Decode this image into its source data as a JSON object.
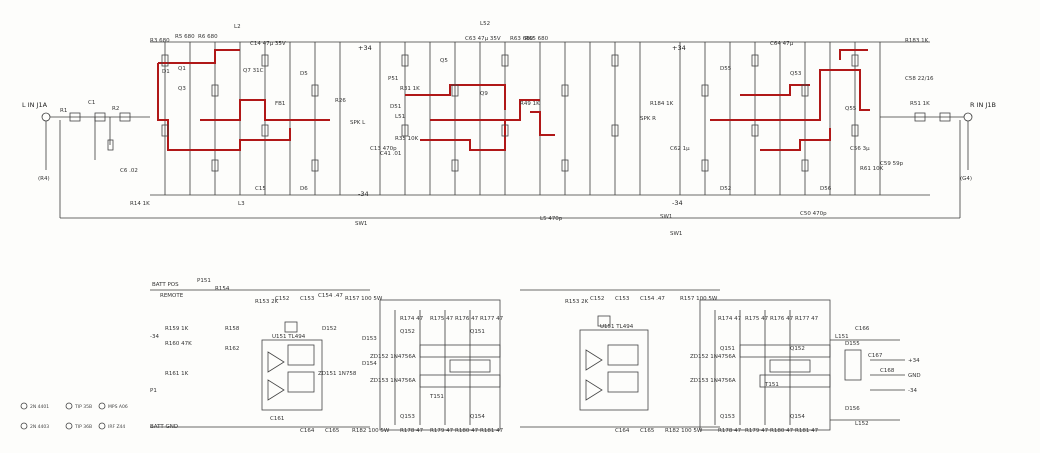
{
  "title": "",
  "inputs": {
    "left_input": "L IN J1A",
    "right_input": "R IN J1B",
    "left_out": "(R4)",
    "right_out": "(G4)"
  },
  "rails": {
    "pos": "+34",
    "neg": "-34",
    "switch": "SW1"
  },
  "upper_labels": [
    {
      "id": "r1",
      "text": "R1"
    },
    {
      "id": "c1",
      "text": "C1"
    },
    {
      "id": "r2",
      "text": "R2"
    },
    {
      "id": "r3",
      "text": "R3 680"
    },
    {
      "id": "r5",
      "text": "R5 680"
    },
    {
      "id": "r6",
      "text": "R6 680"
    },
    {
      "id": "q1",
      "text": "Q1"
    },
    {
      "id": "q3",
      "text": "Q3"
    },
    {
      "id": "d1",
      "text": "D1"
    },
    {
      "id": "c6",
      "text": "C6 .02"
    },
    {
      "id": "r14",
      "text": "R14 1K"
    },
    {
      "id": "c14",
      "text": "C14 47µ 35V"
    },
    {
      "id": "q7",
      "text": "Q7 31C"
    },
    {
      "id": "fb1",
      "text": "FB1"
    },
    {
      "id": "d5",
      "text": "D5"
    },
    {
      "id": "d6",
      "text": "D6"
    },
    {
      "id": "l2",
      "text": "L2"
    },
    {
      "id": "spk",
      "text": "SPK L"
    },
    {
      "id": "r26",
      "text": "R26"
    },
    {
      "id": "c13",
      "text": "C13 470p"
    },
    {
      "id": "l3",
      "text": "L3"
    },
    {
      "id": "c15",
      "text": "C15"
    },
    {
      "id": "r31",
      "text": "R31 1K"
    },
    {
      "id": "d51",
      "text": "D51"
    },
    {
      "id": "r35",
      "text": "R35 10K"
    },
    {
      "id": "p51",
      "text": "P51"
    },
    {
      "id": "l51",
      "text": "L51"
    },
    {
      "id": "c41",
      "text": "C41 .01"
    },
    {
      "id": "q5",
      "text": "Q5"
    },
    {
      "id": "q9",
      "text": "Q9"
    },
    {
      "id": "c63",
      "text": "C63 47µ 35V"
    },
    {
      "id": "l52",
      "text": "L52"
    },
    {
      "id": "r63",
      "text": "R63 680"
    },
    {
      "id": "r65",
      "text": "R65 680"
    },
    {
      "id": "c64",
      "text": "C64 47µ"
    },
    {
      "id": "d55",
      "text": "D55"
    },
    {
      "id": "q55",
      "text": "Q55"
    },
    {
      "id": "q53",
      "text": "Q53"
    },
    {
      "id": "d52",
      "text": "D52"
    },
    {
      "id": "c58",
      "text": "C58 22/16"
    },
    {
      "id": "r51",
      "text": "R51 1K"
    },
    {
      "id": "c59",
      "text": "C59 59p"
    },
    {
      "id": "r61",
      "text": "R61 10K"
    },
    {
      "id": "r1a5",
      "text": "R183 1K"
    },
    {
      "id": "sw",
      "text": "SW1"
    },
    {
      "id": "r184",
      "text": "R184 1K"
    },
    {
      "id": "spkr",
      "text": "SPK R"
    },
    {
      "id": "c62",
      "text": "C62 1µ"
    },
    {
      "id": "d56",
      "text": "D56"
    },
    {
      "id": "c56",
      "text": "C56 3µ"
    },
    {
      "id": "r49",
      "text": "R49 1K"
    },
    {
      "id": "l5",
      "text": "L5 470p"
    },
    {
      "id": "c50",
      "text": "C50 470p"
    }
  ],
  "lower_labels": [
    {
      "id": "batt_pos",
      "text": "BATT POS"
    },
    {
      "id": "remote",
      "text": "REMOTE"
    },
    {
      "id": "batt_gnd",
      "text": "BATT GND"
    },
    {
      "id": "p151",
      "text": "P151"
    },
    {
      "id": "r154",
      "text": "R154"
    },
    {
      "id": "r153",
      "text": "R153 2K"
    },
    {
      "id": "c152",
      "text": "C152"
    },
    {
      "id": "c153",
      "text": "C153"
    },
    {
      "id": "c154",
      "text": "C154 .47"
    },
    {
      "id": "r157",
      "text": "R157 100 5W"
    },
    {
      "id": "u151",
      "text": "U151 TL494"
    },
    {
      "id": "d152",
      "text": "D152"
    },
    {
      "id": "r159",
      "text": "R159 1K"
    },
    {
      "id": "r160",
      "text": "R160 47K"
    },
    {
      "id": "r161",
      "text": "R161 1K"
    },
    {
      "id": "r158",
      "text": "R158"
    },
    {
      "id": "r162",
      "text": "R162"
    },
    {
      "id": "zd151",
      "text": "ZD151 1N758"
    },
    {
      "id": "t151",
      "text": "T151"
    },
    {
      "id": "q151",
      "text": "Q151"
    },
    {
      "id": "q152",
      "text": "Q152"
    },
    {
      "id": "q153",
      "text": "Q153"
    },
    {
      "id": "q154",
      "text": "Q154"
    },
    {
      "id": "r174",
      "text": "R174 47"
    },
    {
      "id": "r175",
      "text": "R175 47"
    },
    {
      "id": "r176",
      "text": "R176 47"
    },
    {
      "id": "r177",
      "text": "R177 47"
    },
    {
      "id": "r178",
      "text": "R178 47"
    },
    {
      "id": "r179",
      "text": "R179 47"
    },
    {
      "id": "r180",
      "text": "R180 47"
    },
    {
      "id": "r181",
      "text": "R181 47"
    },
    {
      "id": "d153",
      "text": "D153"
    },
    {
      "id": "d154",
      "text": "D154"
    },
    {
      "id": "zd152",
      "text": "ZD152 1N4756A"
    },
    {
      "id": "zd153",
      "text": "ZD153 1N4756A"
    },
    {
      "id": "c164",
      "text": "C164"
    },
    {
      "id": "c165",
      "text": "C165"
    },
    {
      "id": "r182",
      "text": "R182 100 5W"
    },
    {
      "id": "c161",
      "text": "C161"
    },
    {
      "id": "d155",
      "text": "D155"
    },
    {
      "id": "d156",
      "text": "D156"
    },
    {
      "id": "c166",
      "text": "C166"
    },
    {
      "id": "c167",
      "text": "C167"
    },
    {
      "id": "c168",
      "text": "C168"
    },
    {
      "id": "l151",
      "text": "L151"
    },
    {
      "id": "l152",
      "text": "L152"
    },
    {
      "id": "out_p34",
      "text": "+34"
    },
    {
      "id": "out_gnd",
      "text": "GND"
    },
    {
      "id": "out_n34",
      "text": "-34"
    },
    {
      "id": "p1",
      "text": "P1"
    },
    {
      "id": "n34",
      "text": "-34"
    }
  ],
  "legend": [
    {
      "id": "leg1",
      "text": "2N 4401"
    },
    {
      "id": "leg2",
      "text": "TIP 35B"
    },
    {
      "id": "leg3",
      "text": "MPS A06"
    },
    {
      "id": "leg4",
      "text": "2N 4403"
    },
    {
      "id": "leg5",
      "text": "TIP 36B"
    },
    {
      "id": "leg6",
      "text": "IRF Z44"
    }
  ],
  "footer": "",
  "colors": {
    "wire": "#3a3a3a",
    "highlight": "#b01818",
    "paper": "#fdfdfb"
  }
}
